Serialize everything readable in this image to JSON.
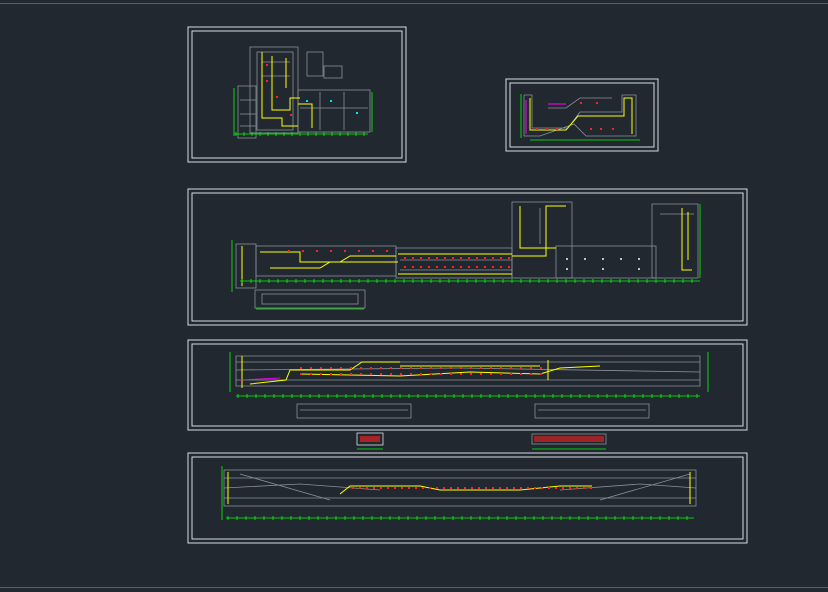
{
  "canvas": {
    "background": "#212830",
    "frame_color": "#d9dde2",
    "wall_color": "#8a9098",
    "duct_color": "#ffff00",
    "dim_color": "#00ff00",
    "fixture_color": "#ff2020",
    "accent_color": "#ff00ff",
    "cyan_color": "#00e5ff"
  },
  "sheets": [
    {
      "id": "sheet-1",
      "title": ""
    },
    {
      "id": "sheet-2",
      "title": ""
    },
    {
      "id": "sheet-3",
      "title": ""
    },
    {
      "id": "sheet-4",
      "title": ""
    },
    {
      "id": "sheet-5",
      "title": ""
    }
  ]
}
